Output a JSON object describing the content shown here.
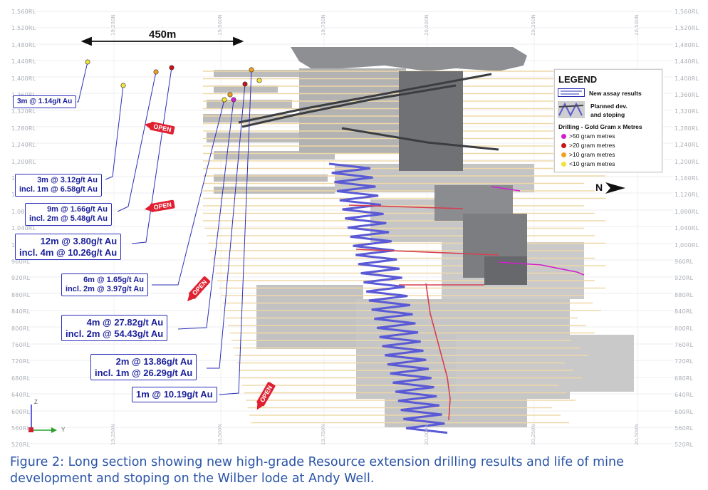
{
  "rl_labels": [
    "1,560RL",
    "1,520RL",
    "1,480RL",
    "1,440RL",
    "1,400RL",
    "1,360RL",
    "1,320RL",
    "1,280RL",
    "1,240RL",
    "1,200RL",
    "1,160RL",
    "1,120RL",
    "1,080RL",
    "1,040RL",
    "1,000RL",
    "960RL",
    "920RL",
    "880RL",
    "840RL",
    "800RL",
    "760RL",
    "720RL",
    "680RL",
    "640RL",
    "600RL",
    "560RL",
    "520RL"
  ],
  "northing_labels": [
    "19,250N",
    "19,500N",
    "19,750N",
    "20,000N",
    "20,250N",
    "20,500N"
  ],
  "scale": {
    "label": "450m"
  },
  "open_labels": [
    "OPEN",
    "OPEN",
    "OPEN",
    "OPEN"
  ],
  "callouts": [
    {
      "lines": [
        "3m @ 1.14g/t Au"
      ]
    },
    {
      "lines": [
        "3m @ 3.12g/t Au",
        "incl. 1m @ 6.58g/t Au"
      ]
    },
    {
      "lines": [
        "9m @ 1.66g/t Au",
        "incl. 2m @ 5.48g/t Au"
      ]
    },
    {
      "lines": [
        "12m @ 3.80g/t Au",
        "incl. 4m @ 10.26g/t Au"
      ]
    },
    {
      "lines": [
        "6m @ 1.65g/t Au",
        "incl. 2m @ 3.97g/t Au"
      ]
    },
    {
      "lines": [
        "4m @ 27.82g/t Au",
        "incl. 2m @ 54.43g/t Au"
      ]
    },
    {
      "lines": [
        "2m @ 13.86g/t Au",
        "incl. 1m @ 26.29g/t Au"
      ]
    },
    {
      "lines": [
        "1m @ 10.19g/t Au"
      ]
    }
  ],
  "legend": {
    "title": "LEGEND",
    "new_assay": "New assay results",
    "planned_1": "Planned dev.",
    "planned_2": "and stoping",
    "drilling_title": "Drilling - Gold Gram x Metres",
    "classes": [
      {
        "label": ">50 gram metres",
        "color": "#d01fd0"
      },
      {
        "label": ">20 gram metres",
        "color": "#c81418"
      },
      {
        "label": ">10 gram metres",
        "color": "#f0a020"
      },
      {
        "label": "<10 gram metres",
        "color": "#f2e23a"
      }
    ]
  },
  "north_arrow": "N",
  "axis": {
    "z": "Z",
    "y": "Y"
  },
  "caption": "Figure 2: Long section showing new high-grade Resource extension drilling results and life of mine development and stoping on the Wilber lode at Andy Well."
}
